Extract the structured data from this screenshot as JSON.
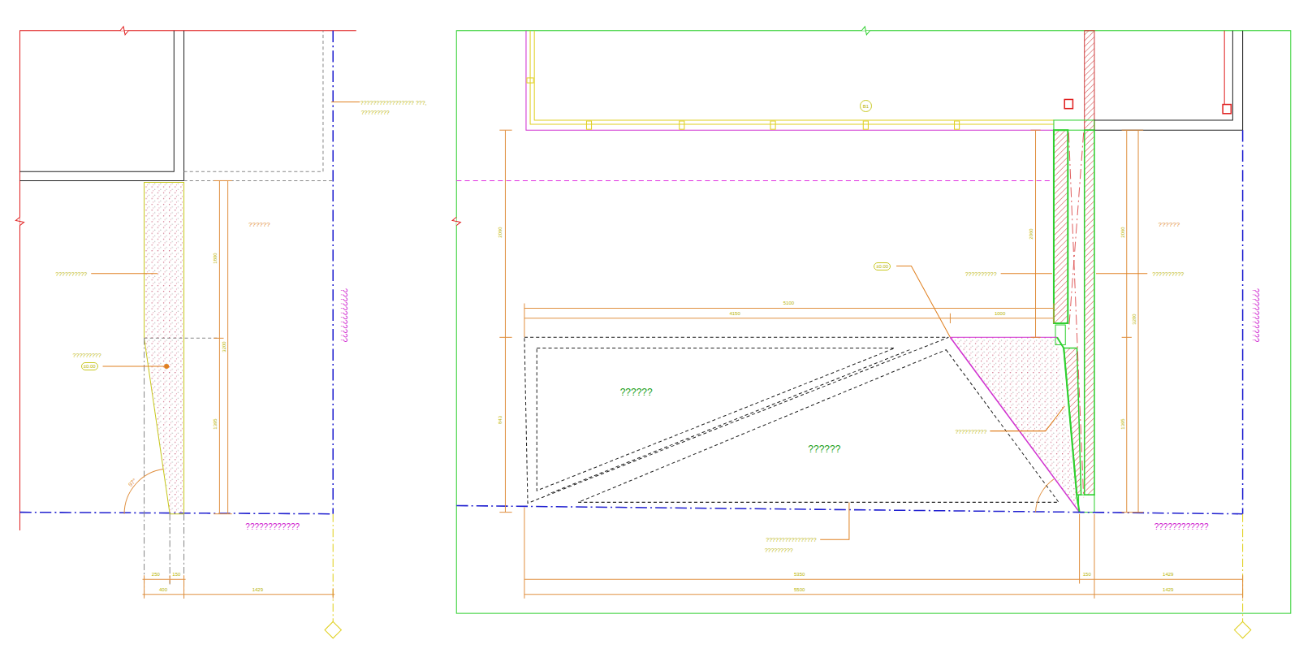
{
  "diagram": {
    "nodes": [
      {
        "text": [
          "±0.00"
        ]
      },
      {
        "text": [
          "B1"
        ]
      },
      {
        "text": [
          "±0.00"
        ]
      },
      {
        "text": [
          "??????"
        ]
      },
      {
        "text": [
          "??????"
        ]
      }
    ],
    "labels": [
      "????????????????? ???,",
      "?????????",
      "??????",
      "??????????",
      "?????????",
      "????????????",
      "????????????",
      "1800",
      "3200",
      "1395",
      "97°",
      "250",
      "150",
      "400",
      "1429",
      "2060",
      "843",
      "2060",
      "2060",
      "3200",
      "1395",
      "5100",
      "4150",
      "1000",
      "??????????",
      "??????????",
      "??????",
      "??????????",
      "????????????????",
      "?????????",
      "????????????",
      "????????????",
      "5350",
      "150",
      "1429",
      "5500",
      "1429"
    ]
  }
}
